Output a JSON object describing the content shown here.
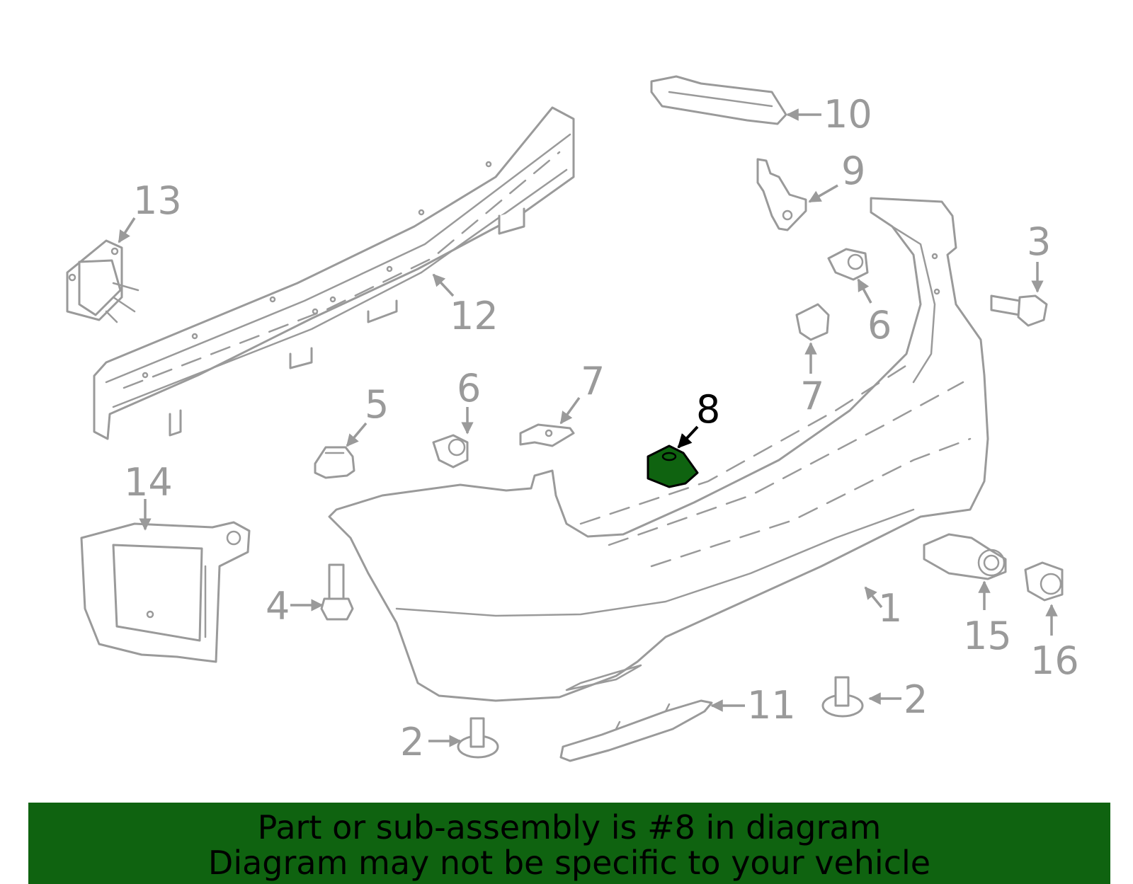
{
  "callouts": {
    "c1": "1",
    "c2a": "2",
    "c2b": "2",
    "c3": "3",
    "c4": "4",
    "c5": "5",
    "c6a": "6",
    "c6b": "6",
    "c7a": "7",
    "c7b": "7",
    "c8": "8",
    "c9": "9",
    "c10": "10",
    "c11": "11",
    "c12": "12",
    "c13": "13",
    "c14": "14",
    "c15": "15",
    "c16": "16"
  },
  "highlight": {
    "part": "8",
    "color": "#0f6310"
  },
  "banner": {
    "line1": "Part or sub-assembly is #8 in diagram",
    "line2": "Diagram may not be specific to your vehicle",
    "background": "#0f6310"
  }
}
